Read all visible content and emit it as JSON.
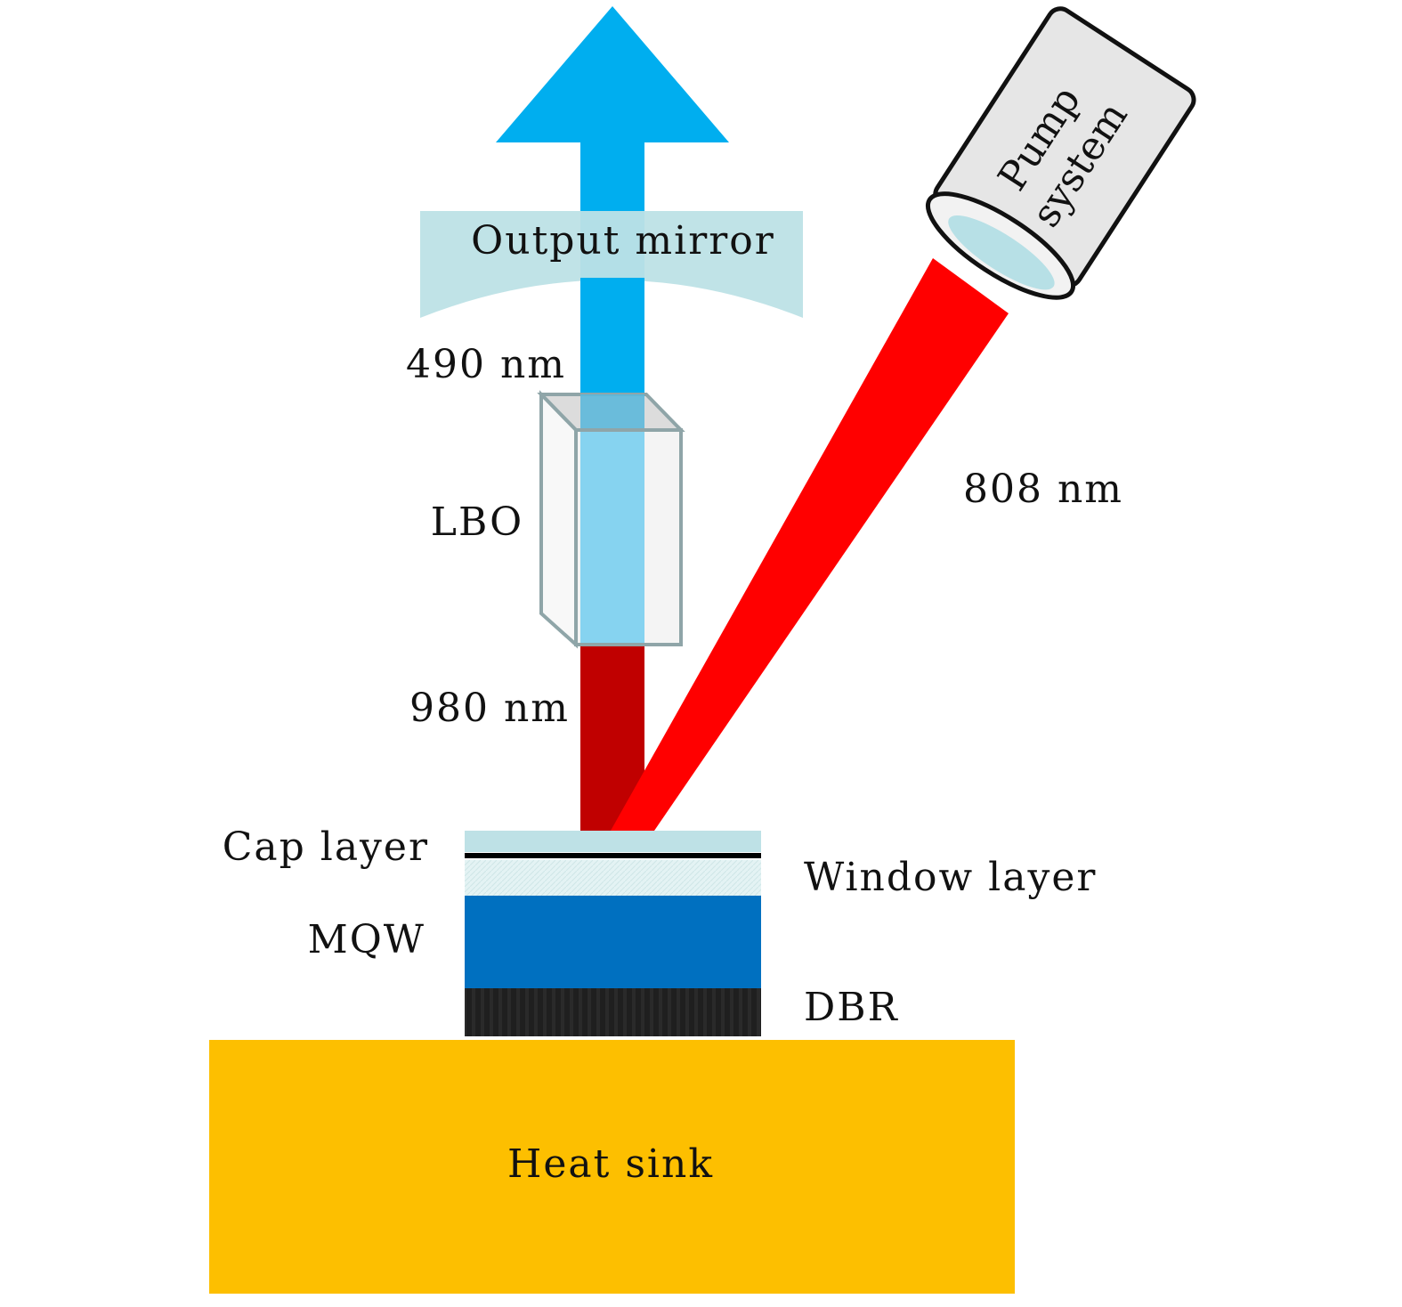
{
  "title": "Schematic of a frequency-doubled optically pumped VECSEL",
  "labels": {
    "output_mirror": "Output mirror",
    "blue_wavelength": "490 nm",
    "lbo": "LBO",
    "fundamental_wavelength": "980 nm",
    "pump_wavelength": "808 nm",
    "pump_line1": "Pump",
    "pump_line2": "system",
    "cap_layer": "Cap layer",
    "window_layer": "Window layer",
    "mqw": "MQW",
    "dbr": "DBR",
    "heat_sink": "Heat sink"
  },
  "colors": {
    "blue_beam": "#00AEEF",
    "blue_in_crystal": "#86D3F0",
    "fundamental_beam": "#C00000",
    "pump_beam": "#FF0000",
    "mirror": "#BDE2E6",
    "pump_body": "#E6E6E6",
    "pump_lens": "#B7E0E6",
    "crystal_edge": "#8FA5A8",
    "cap_layer": "#BEE1E6",
    "window_layer": "#E4F3F4",
    "mqw": "#0070C0",
    "dbr": "#1F1F1F",
    "heat_sink": "#FDBF00"
  }
}
